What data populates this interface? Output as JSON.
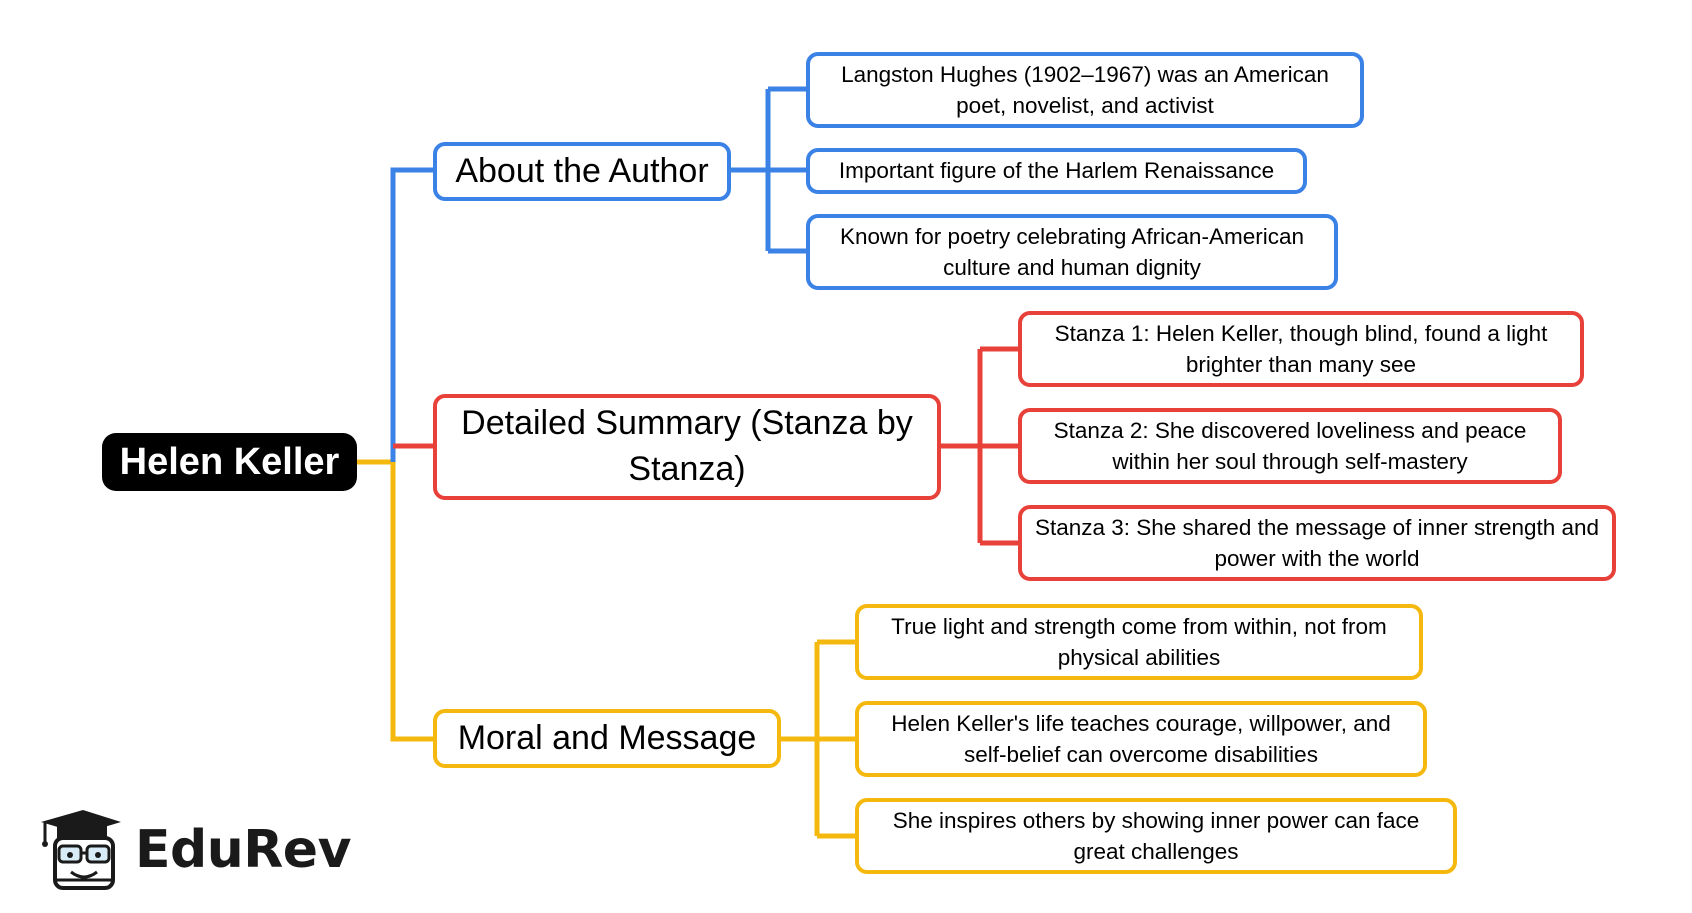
{
  "root": {
    "label": "Helen Keller"
  },
  "branches": [
    {
      "label": "About the Author",
      "color": "#3b82e6",
      "children": [
        "Langston Hughes (1902–1967) was an American poet, novelist, and activist",
        "Important figure of the Harlem Renaissance",
        "Known for poetry celebrating African-American culture and human dignity"
      ]
    },
    {
      "label": "Detailed Summary (Stanza by Stanza)",
      "color": "#e8413a",
      "children": [
        "Stanza 1: Helen Keller, though blind, found a light brighter than many see",
        "Stanza 2: She discovered loveliness and peace within her soul through self-mastery",
        "Stanza 3: She shared the message of inner strength and power with the world"
      ]
    },
    {
      "label": "Moral and Message",
      "color": "#f5b80f",
      "children": [
        "True light and strength come from within, not from physical abilities",
        "Helen Keller's life teaches courage, willpower, and self-belief can overcome disabilities",
        "She inspires others by showing inner power can face great challenges"
      ]
    }
  ],
  "root_connector_color": "#f5b80f",
  "logo": {
    "text": "EduRev",
    "icon": "graduation-cap-mascot-icon"
  }
}
